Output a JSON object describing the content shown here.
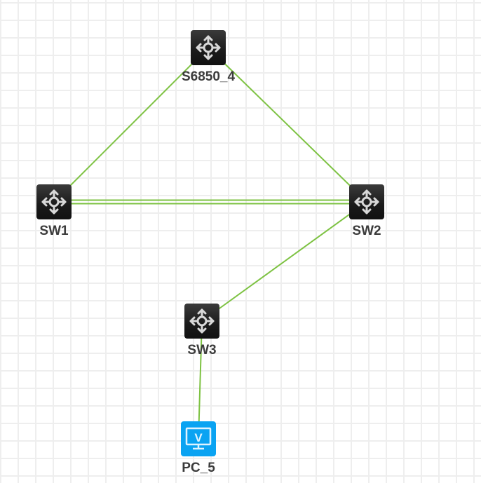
{
  "diagram": {
    "link_color": "#7dc242",
    "nodes": [
      {
        "id": "S6850_4",
        "label": "S6850_4",
        "type": "switch"
      },
      {
        "id": "SW1",
        "label": "SW1",
        "type": "switch"
      },
      {
        "id": "SW2",
        "label": "SW2",
        "type": "switch"
      },
      {
        "id": "SW3",
        "label": "SW3",
        "type": "switch"
      },
      {
        "id": "PC_5",
        "label": "PC_5",
        "type": "pc",
        "glyph": "V"
      }
    ],
    "links": [
      {
        "from": "S6850_4",
        "to": "SW1"
      },
      {
        "from": "S6850_4",
        "to": "SW2"
      },
      {
        "from": "SW1",
        "to": "SW2"
      },
      {
        "from": "SW1",
        "to": "SW2"
      },
      {
        "from": "SW2",
        "to": "SW3"
      },
      {
        "from": "SW3",
        "to": "PC_5"
      }
    ]
  }
}
